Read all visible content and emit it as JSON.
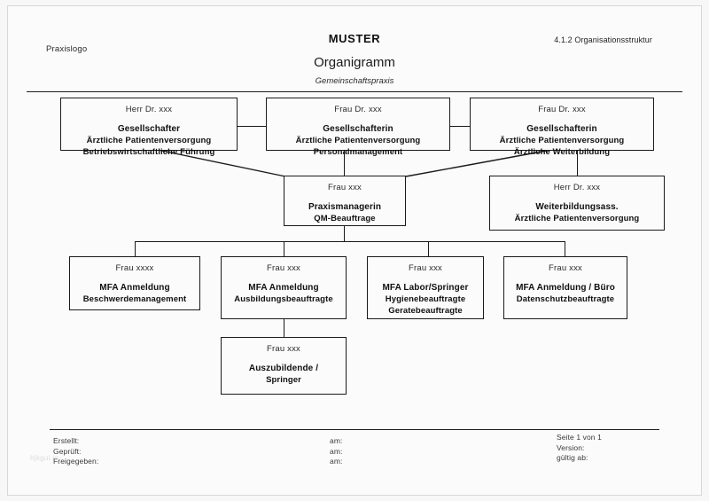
{
  "header": {
    "logo": "Praxislogo",
    "muster": "MUSTER",
    "title": "Organigramm",
    "subtitle": "Gemeinschaftspraxis",
    "doc_ref": "4.1.2 Organisationsstruktur"
  },
  "chart_data": {
    "type": "diagram",
    "title": "Organigramm",
    "nodes": [
      {
        "id": "gesellschafter-1",
        "person": "Herr Dr. xxx",
        "roles": [
          "Gesellschafter",
          "Ärztliche Patientenversorgung",
          "Betriebswirtschaftliche Führung"
        ],
        "row": 1
      },
      {
        "id": "gesellschafterin-2",
        "person": "Frau Dr. xxx",
        "roles": [
          "Gesellschafterin",
          "Ärztliche Patientenversorgung",
          "Personalmanagement"
        ],
        "row": 1
      },
      {
        "id": "gesellschafterin-3",
        "person": "Frau Dr. xxx",
        "roles": [
          "Gesellschafterin",
          "Ärztliche Patientenversorgung",
          "Ärztliche Weiterbildung"
        ],
        "row": 1
      },
      {
        "id": "praxismanagerin",
        "person": "Frau xxx",
        "roles": [
          "Praxismanagerin",
          "QM-Beauftrage"
        ],
        "row": 2
      },
      {
        "id": "weiterbildungsass",
        "person": "Herr Dr. xxx",
        "roles": [
          "Weiterbildungsass.",
          "Ärztliche Patientenversorgung"
        ],
        "row": 2
      },
      {
        "id": "mfa-beschwerde",
        "person": "Frau xxxx",
        "roles": [
          "MFA Anmeldung",
          "Beschwerdemanagement"
        ],
        "row": 3
      },
      {
        "id": "mfa-ausbildung",
        "person": "Frau xxx",
        "roles": [
          "MFA Anmeldung",
          "Ausbildungsbeauftragte"
        ],
        "row": 3
      },
      {
        "id": "mfa-labor",
        "person": "Frau xxx",
        "roles": [
          "MFA Labor/Springer",
          "Hygienebeauftragte",
          "Geratebeauftragte"
        ],
        "row": 3
      },
      {
        "id": "mfa-buero",
        "person": "Frau xxx",
        "roles": [
          "MFA Anmeldung / Büro",
          "Datenschutzbeauftragte"
        ],
        "row": 3
      },
      {
        "id": "auszubildende",
        "person": "Frau xxx",
        "roles": [
          "Auszubildende /",
          "Springer"
        ],
        "row": 4
      }
    ],
    "edges": [
      {
        "from": "gesellschafter-1",
        "to": "gesellschafterin-2",
        "style": "horizontal"
      },
      {
        "from": "gesellschafterin-2",
        "to": "gesellschafterin-3",
        "style": "horizontal"
      },
      {
        "from": "gesellschafter-1",
        "to": "praxismanagerin",
        "style": "diagonal"
      },
      {
        "from": "gesellschafterin-2",
        "to": "praxismanagerin",
        "style": "vertical"
      },
      {
        "from": "gesellschafterin-3",
        "to": "praxismanagerin",
        "style": "diagonal"
      },
      {
        "from": "gesellschafterin-3",
        "to": "weiterbildungsass",
        "style": "vertical"
      },
      {
        "from": "praxismanagerin",
        "to": "mfa-beschwerde",
        "style": "elbow"
      },
      {
        "from": "praxismanagerin",
        "to": "mfa-ausbildung",
        "style": "elbow"
      },
      {
        "from": "praxismanagerin",
        "to": "mfa-labor",
        "style": "elbow"
      },
      {
        "from": "praxismanagerin",
        "to": "mfa-buero",
        "style": "elbow"
      },
      {
        "from": "mfa-ausbildung",
        "to": "auszubildende",
        "style": "vertical"
      }
    ]
  },
  "footer": {
    "left": [
      "Erstellt:",
      "Geprüft:",
      "Freigegeben:"
    ],
    "am": [
      "am:",
      "am:",
      "am:"
    ],
    "right": [
      "Seite 1 von 1",
      "Version:",
      "gültig ab:"
    ]
  },
  "watermark": "hjkgui.io"
}
